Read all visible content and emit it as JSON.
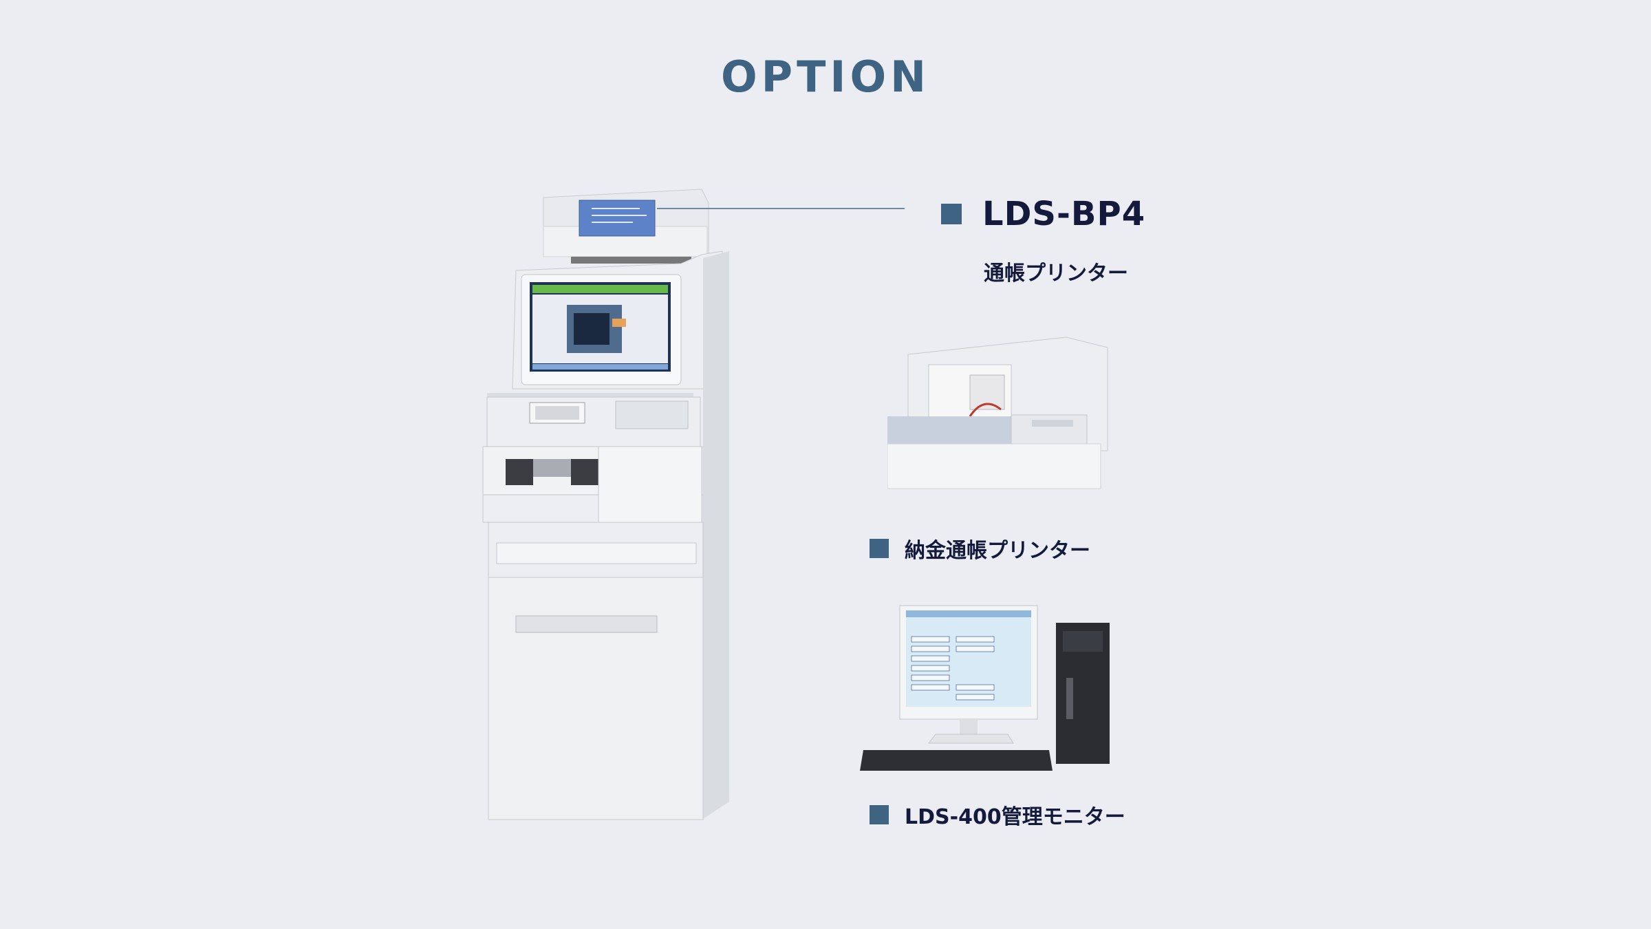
{
  "page": {
    "title": "OPTION"
  },
  "main_product": {
    "name": "LDS-BP4",
    "subtitle": "通帳プリンター"
  },
  "options": [
    {
      "label": "納金通帳プリンター",
      "image": "passbook-printer-image"
    },
    {
      "label": "LDS-400管理モニター",
      "image": "management-monitor-pc-image"
    }
  ],
  "colors": {
    "background": "#ebedf2",
    "accent": "#3f6382",
    "text": "#141a3b"
  },
  "icons": [
    "square-bullet-icon"
  ]
}
